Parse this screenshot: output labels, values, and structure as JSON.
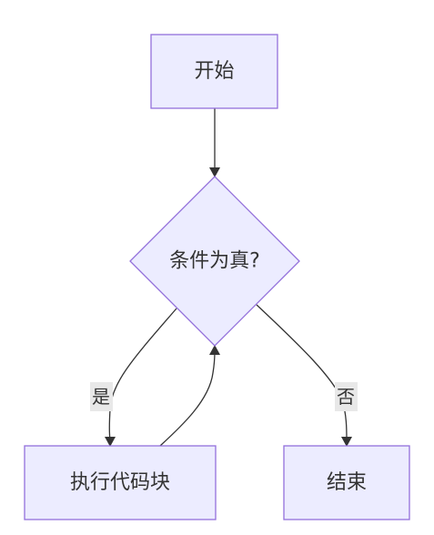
{
  "nodes": {
    "start": {
      "label": "开始"
    },
    "condition": {
      "label": "条件为真?"
    },
    "execute": {
      "label": "执行代码块"
    },
    "end": {
      "label": "结束"
    }
  },
  "edges": {
    "yes_label": "是",
    "no_label": "否"
  },
  "colors": {
    "node_fill": "#ececff",
    "node_stroke": "#9370db",
    "edge": "#333333",
    "label_bg": "#e8e8e8"
  }
}
